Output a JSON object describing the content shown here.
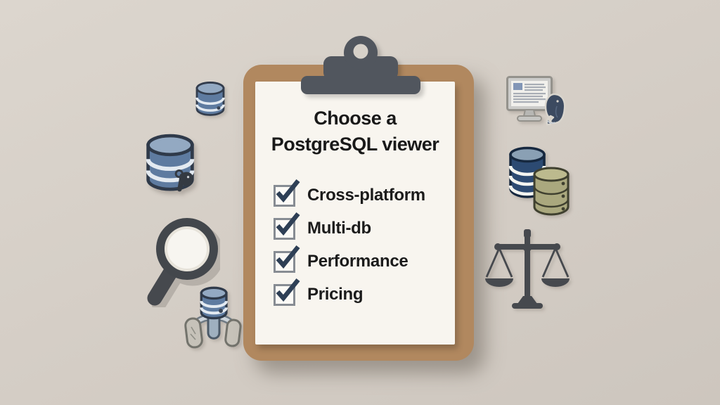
{
  "title": {
    "line1": "Choose a",
    "line2": "PostgreSQL viewer"
  },
  "checklist": {
    "items": [
      {
        "label": "Cross-platform",
        "checked": true
      },
      {
        "label": "Multi-db",
        "checked": true
      },
      {
        "label": "Performance",
        "checked": true
      },
      {
        "label": "Pricing",
        "checked": true
      }
    ]
  },
  "icons": {
    "left": [
      "small-database-icon",
      "large-database-icon",
      "magnifying-glass-icon",
      "database-elephant-icon"
    ],
    "right": [
      "monitor-document-icon",
      "postgresql-elephant-icon",
      "database-stack-icon",
      "balance-scale-icon"
    ]
  },
  "colors": {
    "background": "#d4cdc5",
    "clipboard_board": "#b1885f",
    "paper": "#f8f5ef",
    "clip": "#51565e",
    "text": "#1b1b1b",
    "checkbox_border": "#878c93",
    "checkmark_navy": "#2e3f55",
    "database_blue": "#5e7ba0",
    "database_blue_top": "#93a9c2",
    "database_navy": "#2c4a72",
    "database_olive": "#aaa87e",
    "dark_gray": "#46494e",
    "elephant_navy": "#3c4a60"
  }
}
